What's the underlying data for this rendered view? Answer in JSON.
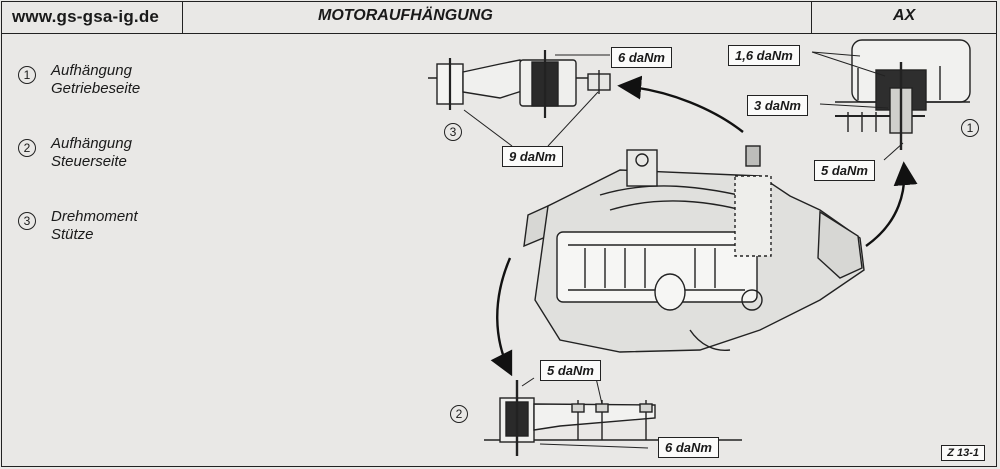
{
  "header": {
    "website": "www.gs-gsa-ig.de",
    "title": "MOTORAUFHÄNGUNG",
    "model": "AX"
  },
  "legend": [
    {
      "number": "1",
      "line1": "Aufhängung",
      "line2": "Getriebeseite"
    },
    {
      "number": "2",
      "line1": "Aufhängung",
      "line2": "Steuerseite"
    },
    {
      "number": "3",
      "line1": "Drehmoment",
      "line2": "Stütze"
    }
  ],
  "callouts": {
    "c3": "3",
    "c1": "1",
    "c2": "2"
  },
  "torques": {
    "t6_top": "6 daNm",
    "t9": "9 daNm",
    "t16": "1,6 daNm",
    "t3": "3 daNm",
    "t5_right": "5 daNm",
    "t5_bottom": "5 daNm",
    "t6_bottom": "6 daNm"
  },
  "figure_ref": "Z 13-1"
}
